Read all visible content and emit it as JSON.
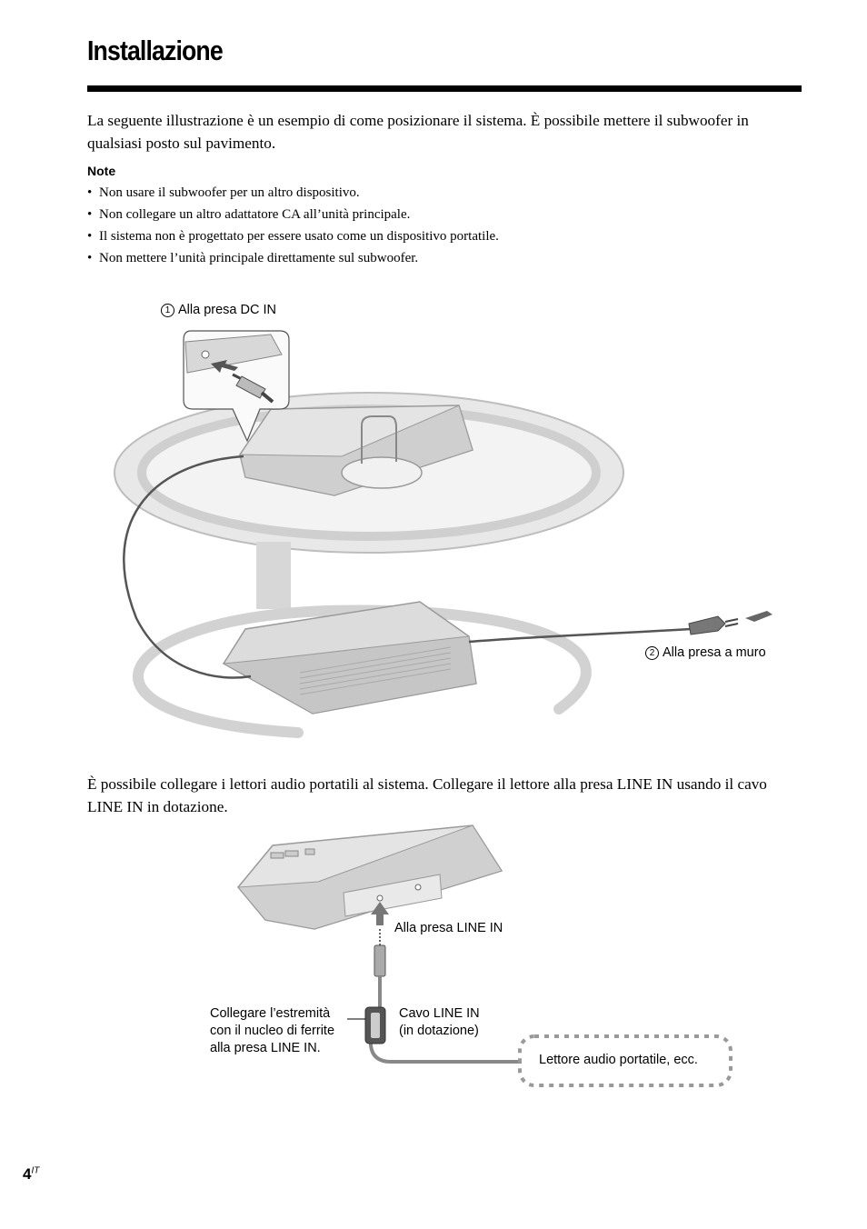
{
  "title": "Installazione",
  "intro": "La seguente illustrazione è un esempio di come posizionare il sistema. È possibile mettere il subwoofer in qualsiasi posto sul pavimento.",
  "notes": {
    "heading": "Note",
    "items": [
      "Non usare il subwoofer per un altro dispositivo.",
      "Non collegare un altro adattatore CA all’unità principale.",
      "Il sistema non è progettato per essere usato come un dispositivo portatile.",
      "Non mettere l’unità principale direttamente sul subwoofer."
    ]
  },
  "figure1": {
    "callout1_num": "1",
    "callout1": "Alla presa DC IN",
    "callout2_num": "2",
    "callout2": "Alla presa a muro"
  },
  "line_in_intro": "È possibile collegare i lettori audio portatili al sistema. Collegare il lettore alla presa LINE IN usando il cavo LINE IN in dotazione.",
  "figure2": {
    "jack_label": "Alla presa LINE IN",
    "ferrite_note": [
      "Collegare l’estremità",
      "con il nucleo di ferrite",
      "alla presa LINE IN."
    ],
    "cable_label": [
      "Cavo LINE IN",
      "(in dotazione)"
    ],
    "player_label": "Lettore audio portatile, ecc."
  },
  "page": {
    "number": "4",
    "suffix": "IT"
  }
}
